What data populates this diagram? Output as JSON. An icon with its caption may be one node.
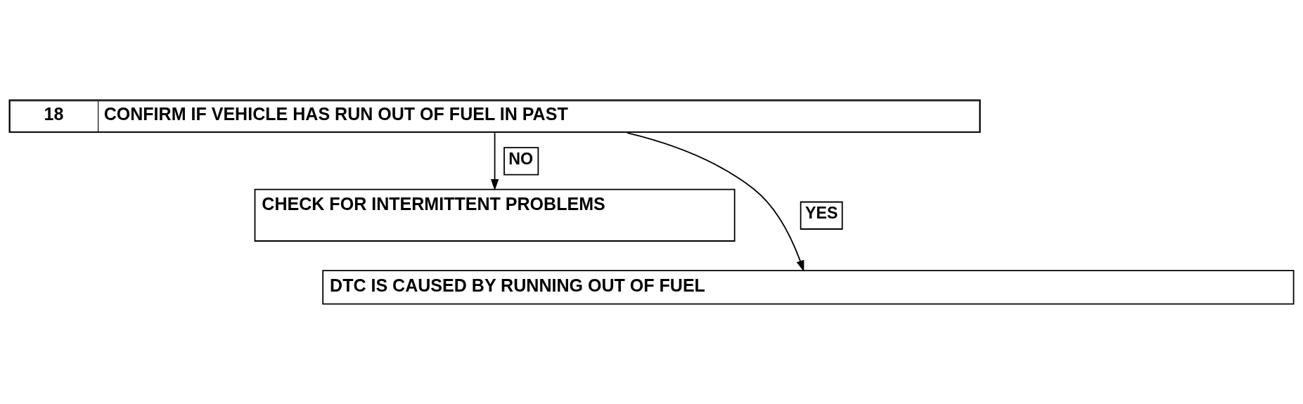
{
  "diagram": {
    "nodes": [
      {
        "text": [
          "18",
          "CONFIRM IF VEHICLE HAS RUN OUT OF FUEL IN PAST"
        ]
      },
      {
        "text": [
          "CHECK FOR INTERMITTENT PROBLEMS"
        ]
      },
      {
        "text": [
          "DTC IS CAUSED BY RUNNING OUT OF FUEL"
        ]
      }
    ],
    "edges": [
      {
        "from": 0,
        "to": 1,
        "arrow": "to",
        "label": "NO"
      },
      {
        "from": 0,
        "to": 2,
        "arrow": "to",
        "label": "YES"
      }
    ]
  }
}
